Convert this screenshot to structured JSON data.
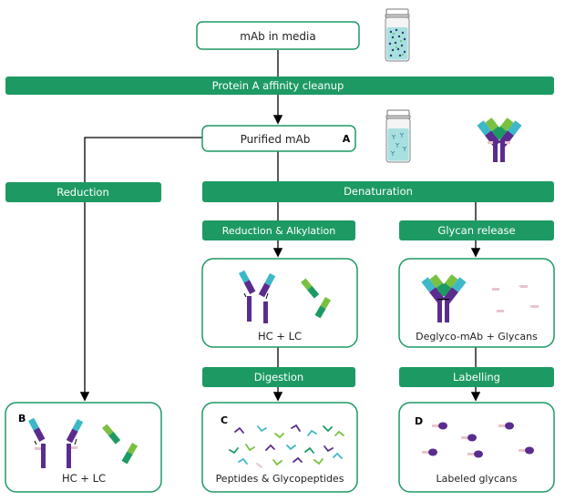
{
  "steps": {
    "mab_in_media": "mAb in media",
    "protein_a": "Protein A affinity cleanup",
    "purified_mab": "Purified mAb",
    "reduction": "Reduction",
    "denaturation": "Denaturation",
    "reduction_alkylation": "Reduction & Alkylation",
    "glycan_release": "Glycan release",
    "digestion": "Digestion",
    "labelling": "Labelling"
  },
  "results": {
    "hc_lc_middle": "HC + LC",
    "deglyco": "Deglyco-mAb + Glycans",
    "hc_lc_left": "HC + LC",
    "peptides": "Peptides & Glycopeptides",
    "labeled_glycans": "Labeled glycans"
  },
  "panel_letters": {
    "a": "A",
    "b": "B",
    "c": "C",
    "d": "D"
  },
  "colors": {
    "green": "#1d9a63",
    "purple": "#5b2c8f",
    "teal": "#3cb8c8",
    "lime": "#7ac142",
    "pink": "#e8c4cc",
    "vial_liquid": "#a8e0e0"
  }
}
